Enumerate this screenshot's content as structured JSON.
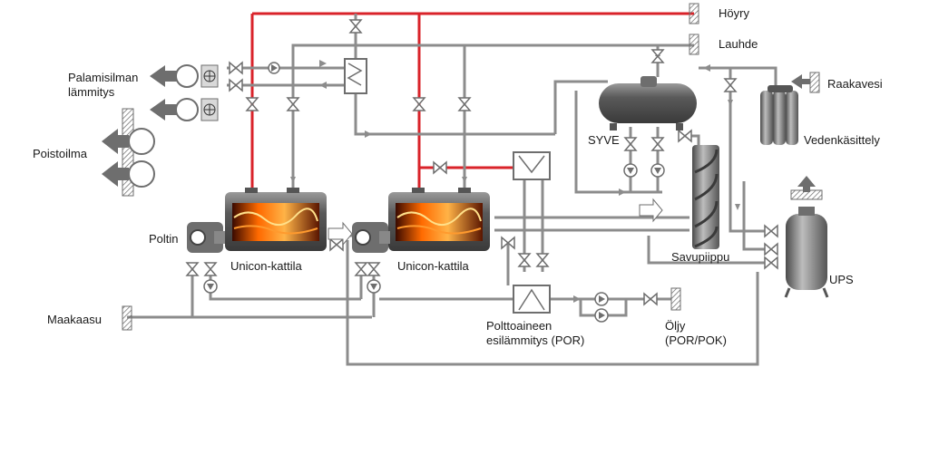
{
  "labels": {
    "steam": "Höyry",
    "condensate": "Lauhde",
    "raw_water": "Raakavesi",
    "water_treatment": "Vedenkäsittely",
    "combustion_air_heating": "Palamisilman\nlämmitys",
    "exhaust_air": "Poistoilma",
    "burner": "Poltin",
    "boiler_1": "Unicon-kattila",
    "boiler_2": "Unicon-kattila",
    "deaerator": "SYVE",
    "chimney": "Savupiippu",
    "ups": "UPS",
    "natural_gas": "Maakaasu",
    "fuel_preheating": "Polttoaineen\nesilämmitys (POR)",
    "oil": "Öljy\n(POR/POK)"
  },
  "colors": {
    "steam_line": "#d9232a",
    "pipe": "#8c8c8c",
    "equipment": "#6e6e6e",
    "flame": "#ff8a1c"
  }
}
